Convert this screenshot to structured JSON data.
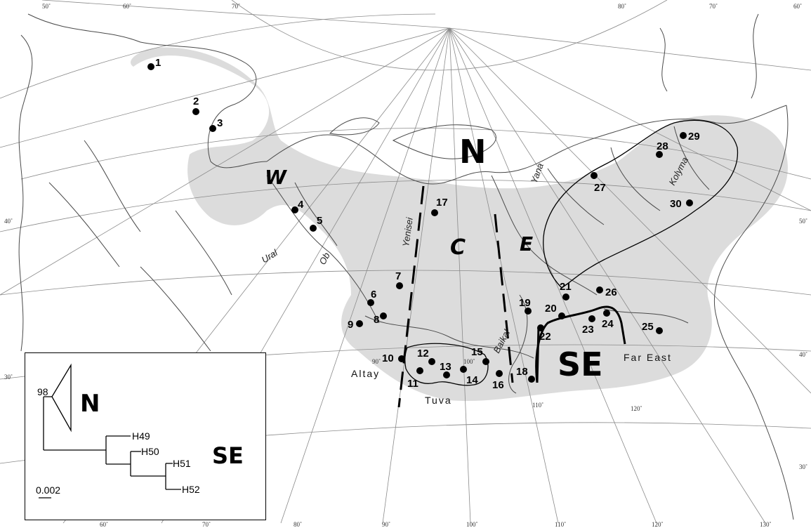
{
  "map": {
    "graticule_labels": {
      "top": [
        "50˚",
        "60˚",
        "70˚",
        "80˚",
        "70˚",
        "60˚"
      ],
      "bottom": [
        "60˚",
        "70˚",
        "80˚",
        "90˚",
        "100˚",
        "110˚",
        "120˚",
        "130˚"
      ],
      "left": [
        "40˚",
        "30˚"
      ],
      "right": [
        "50˚",
        "40˚",
        "30˚"
      ],
      "interior": [
        "90˚",
        "100˚",
        "110˚",
        "120˚"
      ]
    },
    "regions": [
      {
        "id": "W",
        "label": "W",
        "italic": true
      },
      {
        "id": "N",
        "label": "N",
        "italic": false
      },
      {
        "id": "C",
        "label": "C",
        "italic": true
      },
      {
        "id": "E",
        "label": "E",
        "italic": true
      },
      {
        "id": "SE",
        "label": "SE",
        "italic": false
      }
    ],
    "rivers": [
      "Yenisei",
      "Ural",
      "Ob",
      "Baikal",
      "Yana",
      "Kolyma"
    ],
    "places": [
      "Altay",
      "Tuva",
      "Far East"
    ],
    "sites": [
      "1",
      "2",
      "3",
      "4",
      "5",
      "6",
      "7",
      "8",
      "9",
      "10",
      "11",
      "12",
      "13",
      "14",
      "15",
      "16",
      "17",
      "18",
      "19",
      "20",
      "21",
      "22",
      "23",
      "24",
      "25",
      "26",
      "27",
      "28",
      "29",
      "30"
    ]
  },
  "tree": {
    "bootstrap": "98",
    "clades": [
      "N",
      "SE"
    ],
    "haplotypes": [
      "H49",
      "H50",
      "H51",
      "H52"
    ],
    "scale": "0.002"
  }
}
